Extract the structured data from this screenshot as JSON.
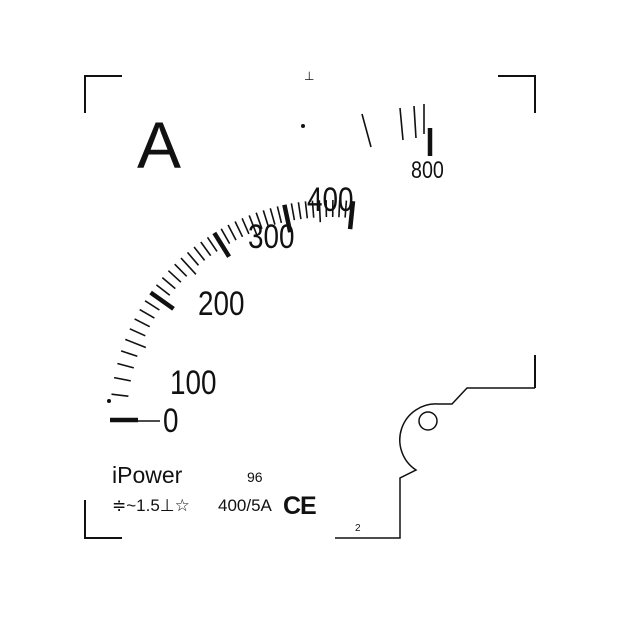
{
  "meter": {
    "unit": "A",
    "scale_labels": [
      "0",
      "100",
      "200",
      "300",
      "400",
      "800"
    ],
    "scale_max_linear": 400,
    "overload_end": 800,
    "brand": "iPower",
    "size_mark": "96",
    "spec": "≑~1.5⊥☆",
    "ratio": "400/5A",
    "ce_mark": "CE",
    "position_mark": "⊥",
    "part_no": "2",
    "ink_color": "#111111"
  }
}
